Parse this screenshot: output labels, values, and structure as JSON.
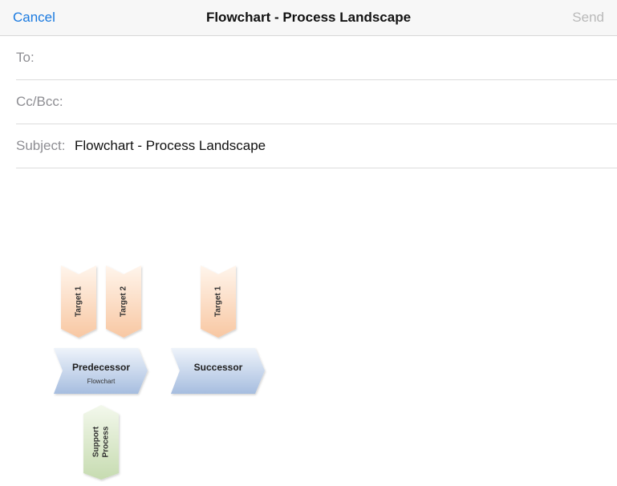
{
  "navbar": {
    "cancel_label": "Cancel",
    "title": "Flowchart - Process Landscape",
    "send_label": "Send"
  },
  "fields": {
    "to_label": "To:",
    "to_value": "",
    "ccbcc_label": "Cc/Bcc:",
    "ccbcc_value": "",
    "subject_label": "Subject:",
    "subject_value": "Flowchart - Process Landscape"
  },
  "diagram": {
    "targets": [
      "Target 1",
      "Target 2",
      "Target 1"
    ],
    "predecessor": {
      "title": "Predecessor",
      "subtitle": "Flowchart"
    },
    "successor": {
      "title": "Successor"
    },
    "support": {
      "line1": "Support",
      "line2": "Process"
    }
  },
  "colors": {
    "accent": "#1a7ae0",
    "disabled": "#b9b9b9",
    "target_fill": "#fbd3b5",
    "process_fill": "#aec3e0",
    "support_fill": "#cfe0bd"
  }
}
